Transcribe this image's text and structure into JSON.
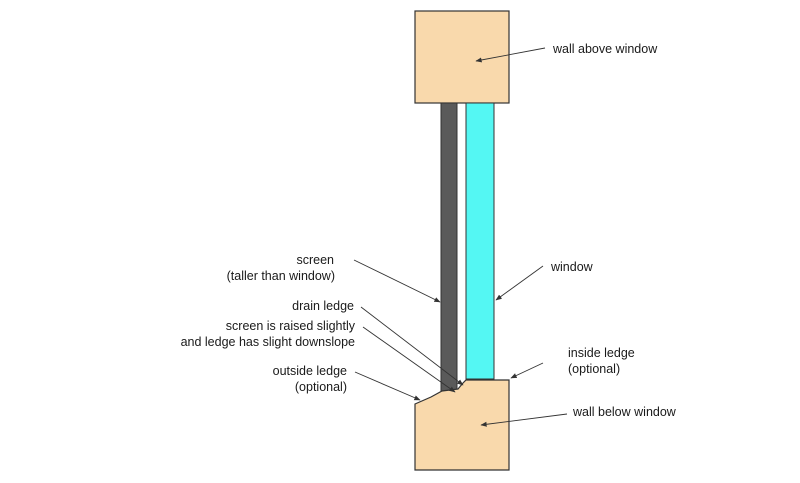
{
  "colors": {
    "wall": "#f9d9ac",
    "glass": "#54f7f3",
    "screen": "#5a5a5a",
    "line": "#333333"
  },
  "labels": {
    "wall_above": "wall above window",
    "window": "window",
    "screen_1": "screen",
    "screen_2": "(taller than window)",
    "drain_ledge": "drain ledge",
    "raised_1": "screen is raised slightly",
    "raised_2": "and ledge has slight downslope",
    "outside_1": "outside ledge",
    "outside_2": "(optional)",
    "inside_1": "inside ledge",
    "inside_2": "(optional)",
    "wall_below": "wall below window"
  }
}
